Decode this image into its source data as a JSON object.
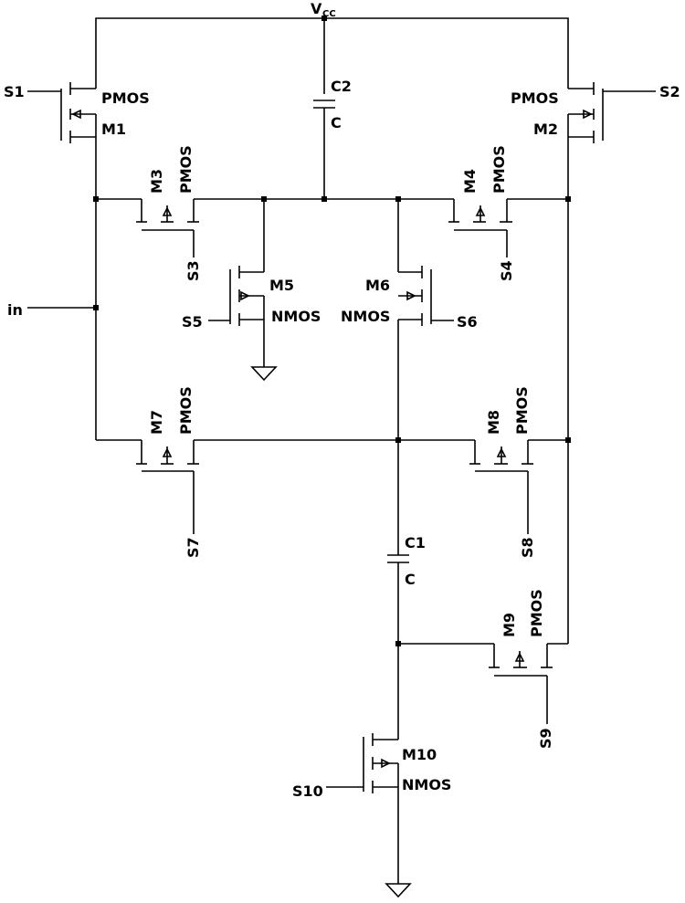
{
  "supply": {
    "label_main": "V",
    "label_sub": "CC"
  },
  "input": {
    "label": "in"
  },
  "capacitors": {
    "c2": {
      "name": "C2",
      "value": "C"
    },
    "c1": {
      "name": "C1",
      "value": "C"
    }
  },
  "transistors": {
    "m1": {
      "name": "M1",
      "type": "PMOS",
      "gate": "S1"
    },
    "m2": {
      "name": "M2",
      "type": "PMOS",
      "gate": "S2"
    },
    "m3": {
      "name": "M3",
      "type": "PMOS",
      "gate": "S3"
    },
    "m4": {
      "name": "M4",
      "type": "PMOS",
      "gate": "S4"
    },
    "m5": {
      "name": "M5",
      "type": "NMOS",
      "gate": "S5"
    },
    "m6": {
      "name": "M6",
      "type": "NMOS",
      "gate": "S6"
    },
    "m7": {
      "name": "M7",
      "type": "PMOS",
      "gate": "S7"
    },
    "m8": {
      "name": "M8",
      "type": "PMOS",
      "gate": "S8"
    },
    "m9": {
      "name": "M9",
      "type": "PMOS",
      "gate": "S9"
    },
    "m10": {
      "name": "M10",
      "type": "NMOS",
      "gate": "S10"
    }
  }
}
